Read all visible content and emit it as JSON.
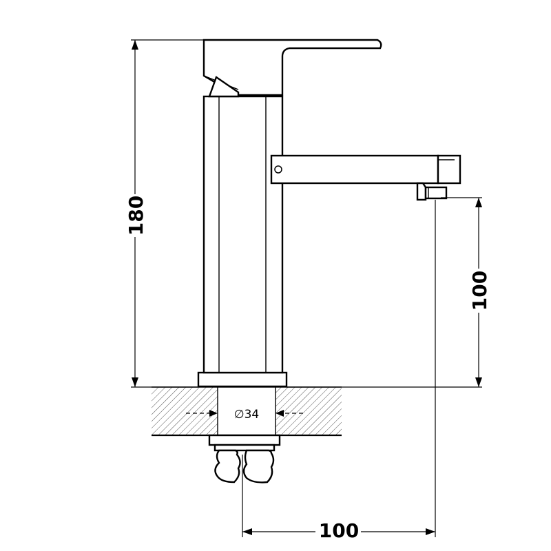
{
  "dimensions": {
    "overall_height": "180",
    "spout_height": "100",
    "spout_reach": "100",
    "base_diameter": "∅34"
  }
}
